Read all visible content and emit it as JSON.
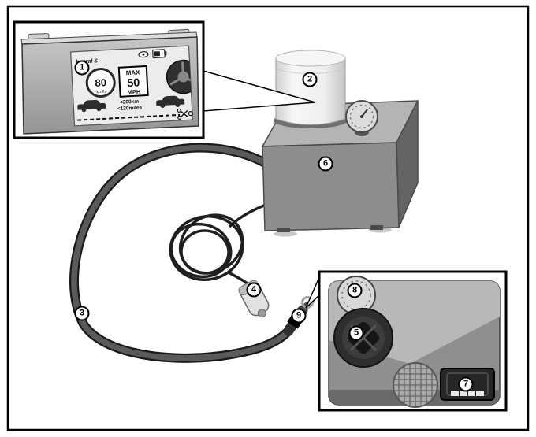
{
  "callouts": [
    {
      "num": "1"
    },
    {
      "num": "2"
    },
    {
      "num": "3"
    },
    {
      "num": "4"
    },
    {
      "num": "5"
    },
    {
      "num": "6"
    },
    {
      "num": "7"
    },
    {
      "num": "8"
    },
    {
      "num": "9"
    }
  ],
  "label_inset": {
    "brand": "benral S",
    "speed_value": "80",
    "speed_unit": "km/h",
    "max_label": "MAX",
    "max_value": "50",
    "max_unit": "MPH",
    "distance_km": "<200km",
    "distance_miles": "<120miles"
  },
  "colors": {
    "outline": "#000000",
    "unit_front": "#8d8d8d",
    "unit_top": "#b4b4b4",
    "unit_side": "#646464",
    "bottle_light": "#f6f6f6",
    "hose": "#565656",
    "inset_bg": "#ffffff"
  }
}
